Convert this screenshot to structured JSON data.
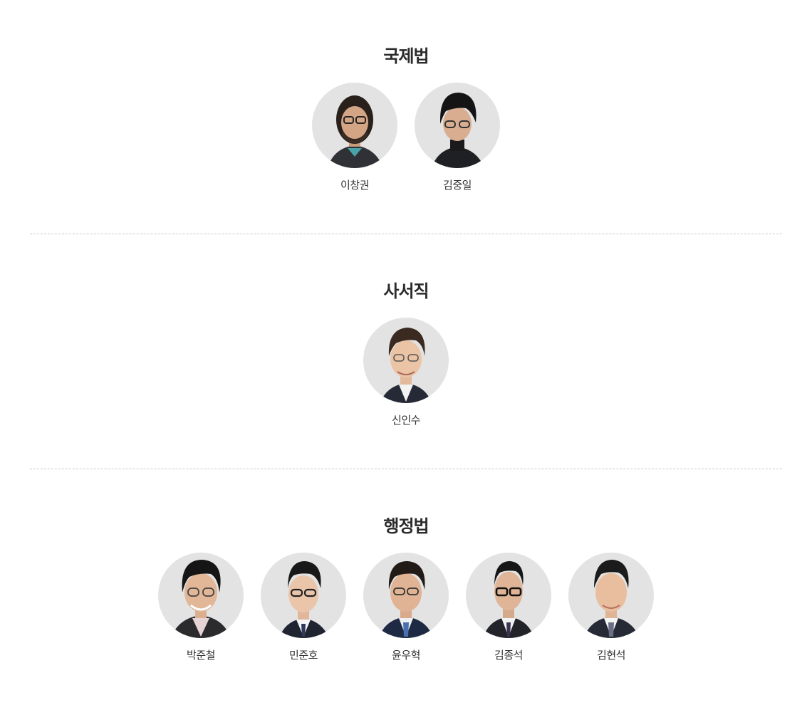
{
  "sections": [
    {
      "title": "국제법",
      "teachers": [
        {
          "name": "이창권",
          "icon": "portrait-icon"
        },
        {
          "name": "김중일",
          "icon": "portrait-icon"
        }
      ]
    },
    {
      "title": "사서직",
      "teachers": [
        {
          "name": "신인수",
          "icon": "portrait-icon"
        }
      ]
    },
    {
      "title": "행정법",
      "teachers": [
        {
          "name": "박준철",
          "icon": "portrait-icon"
        },
        {
          "name": "민준호",
          "icon": "portrait-icon"
        },
        {
          "name": "윤우혁",
          "icon": "portrait-icon"
        },
        {
          "name": "김종석",
          "icon": "portrait-icon"
        },
        {
          "name": "김현석",
          "icon": "portrait-icon"
        }
      ]
    }
  ],
  "colors": {
    "avatar_bg": "#e3e3e3",
    "title": "#2b2b2b",
    "divider": "#c9c9c9"
  }
}
